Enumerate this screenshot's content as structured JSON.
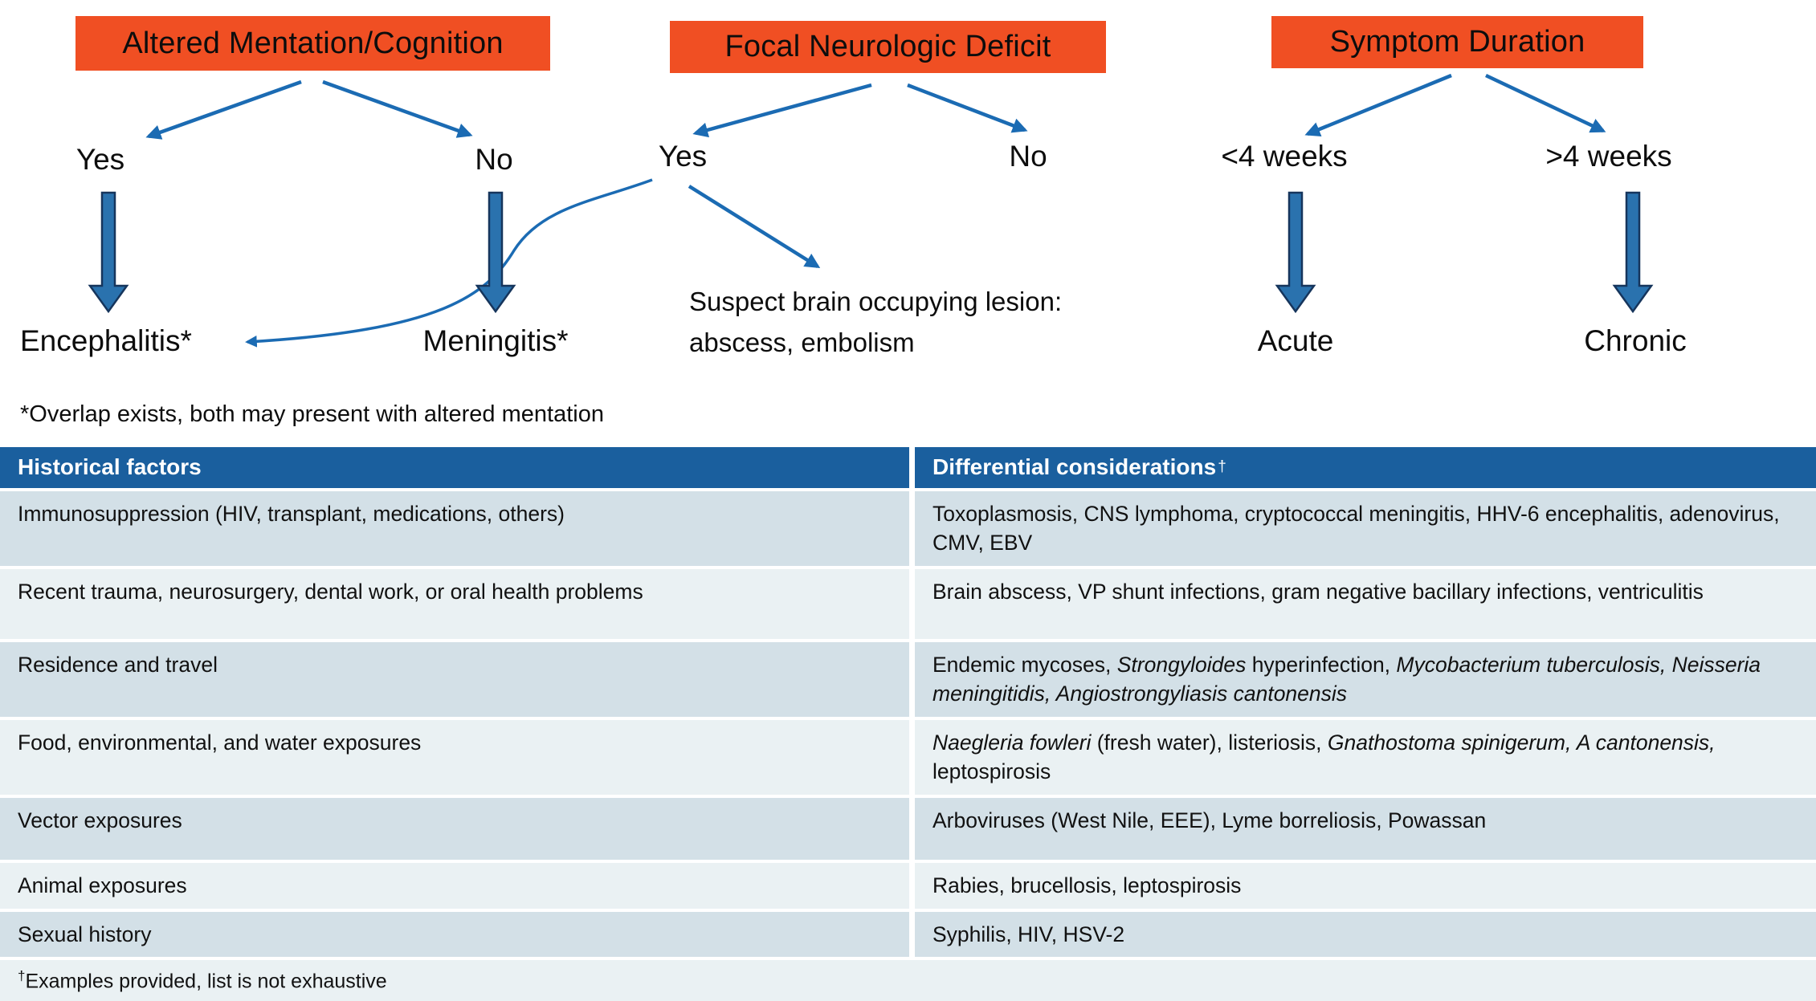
{
  "colors": {
    "box_orange": "#F04F23",
    "header_blue": "#1A5F9E",
    "arrow_blue": "#1B6BB3",
    "block_arrow_fill": "#2A72AE",
    "row_dark": "#D3E0E7",
    "row_light": "#EAF1F3"
  },
  "flowchart": {
    "columns": [
      {
        "title": "Altered Mentation/Cognition",
        "left_label": "Yes",
        "right_label": "No",
        "left_result": "Encephalitis*",
        "right_result": "Meningitis*"
      },
      {
        "title": "Focal Neurologic Deficit",
        "left_label": "Yes",
        "right_label": "No",
        "note_line1": "Suspect brain occupying lesion:",
        "note_line2": "abscess, embolism"
      },
      {
        "title": "Symptom Duration",
        "left_label": "<4 weeks",
        "right_label": ">4 weeks",
        "left_result": "Acute",
        "right_result": "Chronic"
      }
    ],
    "footnote": "*Overlap exists, both may present with altered mentation"
  },
  "table": {
    "headers": {
      "col1": "Historical factors",
      "col2": "Differential considerations",
      "dagger": "†"
    },
    "rows": [
      {
        "factor": "Immunosuppression (HIV, transplant, medications, others)",
        "considerations": [
          {
            "t": "Toxoplasmosis, CNS lymphoma, cryptococcal meningitis, HHV-6 encephalitis, adenovirus, CMV, EBV"
          }
        ]
      },
      {
        "factor": "Recent trauma, neurosurgery, dental work, or oral health problems",
        "considerations": [
          {
            "t": "Brain abscess, VP shunt infections, gram negative bacillary infections, ventriculitis"
          }
        ]
      },
      {
        "factor": "Residence and travel",
        "considerations": [
          {
            "t": "Endemic mycoses, "
          },
          {
            "t": "Strongyloides",
            "i": true
          },
          {
            "t": " hyperinfection, "
          },
          {
            "t": "Mycobacterium tuberculosis,",
            "i": true
          },
          {
            "t": " "
          },
          {
            "t": "Neisseria meningitidis, Angiostrongyliasis cantonensis",
            "i": true
          }
        ]
      },
      {
        "factor": "Food, environmental, and water exposures",
        "considerations": [
          {
            "t": "Naegleria fowleri",
            "i": true
          },
          {
            "t": " (fresh water), listeriosis, "
          },
          {
            "t": "Gnathostoma spinigerum, A cantonensis,",
            "i": true
          },
          {
            "t": " leptospirosis"
          }
        ]
      },
      {
        "factor": "Vector exposures",
        "considerations": [
          {
            "t": "Arboviruses (West Nile, EEE), Lyme borreliosis, Powassan"
          }
        ]
      },
      {
        "factor": "Animal exposures",
        "considerations": [
          {
            "t": "Rabies, brucellosis, leptospirosis"
          }
        ]
      },
      {
        "factor": "Sexual history",
        "considerations": [
          {
            "t": "Syphilis, HIV, HSV-2"
          }
        ]
      }
    ],
    "footnote": {
      "dagger": "†",
      "text": "Examples provided, list is not exhaustive"
    }
  }
}
